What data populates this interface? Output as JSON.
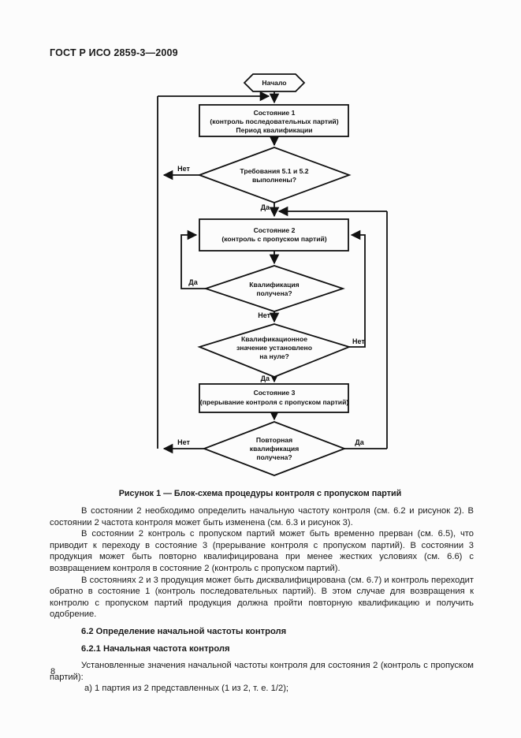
{
  "header": {
    "title": "ГОСТ Р ИСО 2859-3—2009"
  },
  "flowchart": {
    "start_label": "Начало",
    "state1_line1": "Состояние 1",
    "state1_line2": "(контроль последовательных партий)",
    "state1_line3": "Период квалификации",
    "decision1_line1": "Требования 5.1 и 5.2",
    "decision1_line2": "выполнены?",
    "state2_line1": "Состояние 2",
    "state2_line2": "(контроль с пропуском партий)",
    "decision2_line1": "Квалификация",
    "decision2_line2": "получена?",
    "decision3_line1": "Квалификационное",
    "decision3_line2": "значение установлено",
    "decision3_line3": "на нуле?",
    "state3_line1": "Состояние 3",
    "state3_line2": "(прерывание контроля с пропуском партий)",
    "decision4_line1": "Повторная",
    "decision4_line2": "квалификация",
    "decision4_line3": "получена?",
    "label_yes": "Да",
    "label_no": "Нет"
  },
  "caption": "Рисунок 1 — Блок-схема процедуры контроля с пропуском партий",
  "body": {
    "p1": "В состоянии 2 необходимо определить начальную частоту контроля (см. 6.2 и рисунок 2). В состоянии 2 частота контроля может быть изменена (см. 6.3 и рисунок 3).",
    "p2": "В состоянии 2 контроль с пропуском партий может быть временно прерван (см. 6.5), что приводит к переходу в состояние 3 (прерывание контроля с пропуском партий). В состоянии 3 продукция может быть повторно квалифицирована при менее жестких условиях (см. 6.6) с возвращением контроля в состояние 2 (контроль с пропуском партий).",
    "p3": "В состояниях 2 и 3 продукция может быть дисквалифицирована (см. 6.7) и контроль переходит обратно в состояние 1 (контроль последовательных партий). В этом случае для возвращения к контролю с пропуском партий продукция должна пройти повторную квалификацию и получить одобрение.",
    "h62": "6.2 Определение начальной частоты контроля",
    "h621": "6.2.1 Начальная частота контроля",
    "p4": "Установленные значения начальной частоты контроля для состояния 2 (контроль с пропуском партий):",
    "li_a": "а)  1 партия из 2 представленных (1 из 2, т. е. 1/2);"
  },
  "footer": {
    "page_number": "8"
  }
}
